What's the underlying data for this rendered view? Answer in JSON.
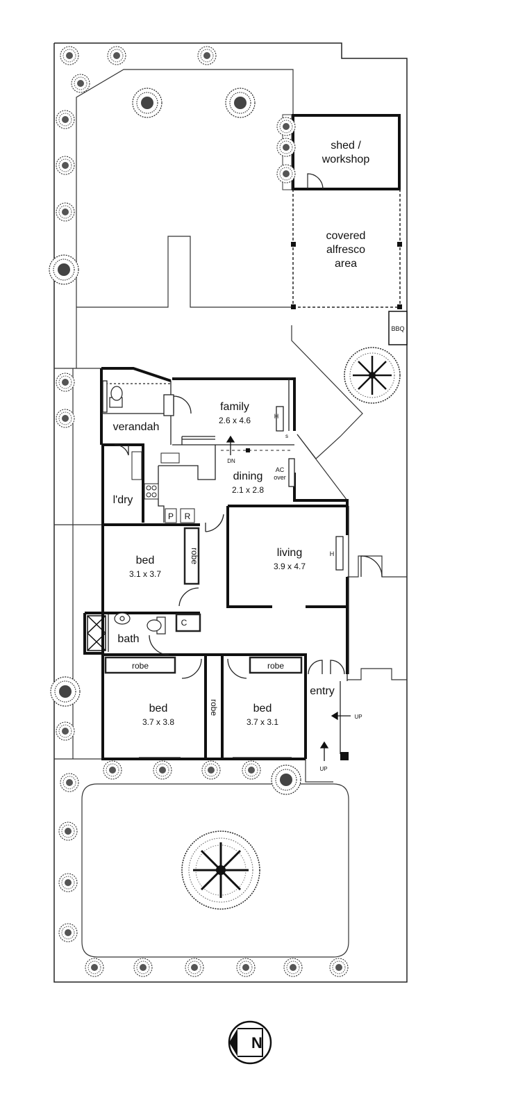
{
  "labels": {
    "shed": "shed /",
    "shed2": "workshop",
    "alfresco1": "covered",
    "alfresco2": "alfresco",
    "alfresco3": "area",
    "bbq": "BBQ",
    "family": "family",
    "family_dim": "2.6 x 4.6",
    "dining": "dining",
    "dining_dim": "2.1 x 2.8",
    "verandah": "verandah",
    "ldry": "l'dry",
    "p": "P",
    "r": "R",
    "ac": "AC",
    "ac2": "over",
    "h_family": "H",
    "s_family": "s",
    "dn": "DN",
    "bed1": "bed",
    "bed1_dim": "3.1 x 3.7",
    "robe1": "robe",
    "living": "living",
    "living_dim": "3.9 x 4.7",
    "h_living": "H",
    "bath": "bath",
    "c": "C",
    "robe2": "robe",
    "robe3": "robe",
    "robe4": "robe",
    "bed2": "bed",
    "bed2_dim": "3.7 x 3.8",
    "bed3": "bed",
    "bed3_dim": "3.7 x 3.1",
    "entry": "entry",
    "up1": "UP",
    "up2": "UP",
    "north": "N"
  }
}
